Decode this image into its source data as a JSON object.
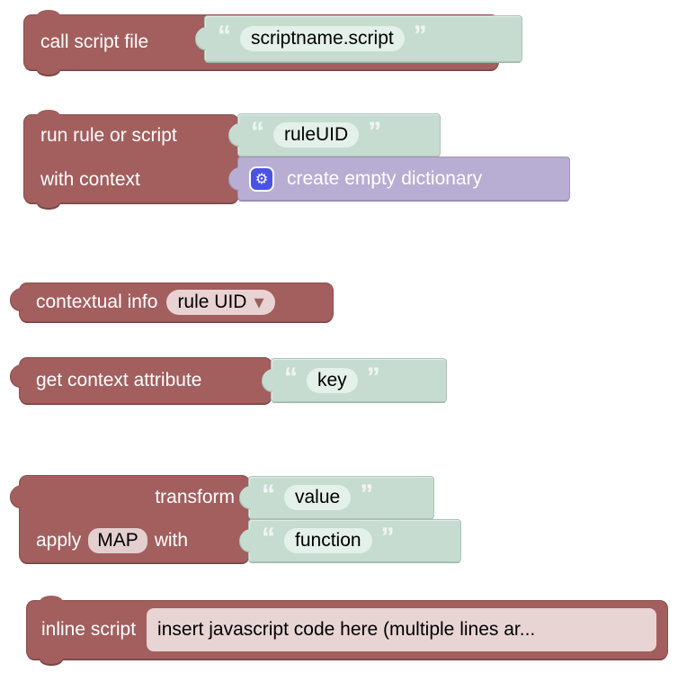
{
  "glyphs": {
    "quote_open": "“",
    "quote_close": "”",
    "gear": "⚙",
    "dropdown_arrow": "▾"
  },
  "colors": {
    "block_maroon": "#A35E5E",
    "string_block_mint": "#C6DCD1",
    "dictionary_block_lavender": "#B8ADD2",
    "field_light_mint": "#E4F0EA",
    "field_pink": "#E9D2D2",
    "gear_icon_blue": "#4A53E4"
  },
  "blocks": {
    "call_script_file": {
      "label": "call script file",
      "filename": "scriptname.script"
    },
    "run_rule_or_script": {
      "label_run": "run rule or script",
      "rule_uid": "ruleUID",
      "label_context": "with context",
      "dictionary_label": "create empty dictionary"
    },
    "contextual_info": {
      "label": "contextual info",
      "selected_option": "rule UID"
    },
    "get_context_attribute": {
      "label": "get context attribute",
      "key": "key"
    },
    "transform": {
      "label_transform": "transform",
      "value": "value",
      "label_apply": "apply",
      "map": "MAP",
      "label_with": "with",
      "function": "function"
    },
    "inline_script": {
      "label": "inline script",
      "code_placeholder": "insert javascript code here (multiple lines ar..."
    }
  }
}
